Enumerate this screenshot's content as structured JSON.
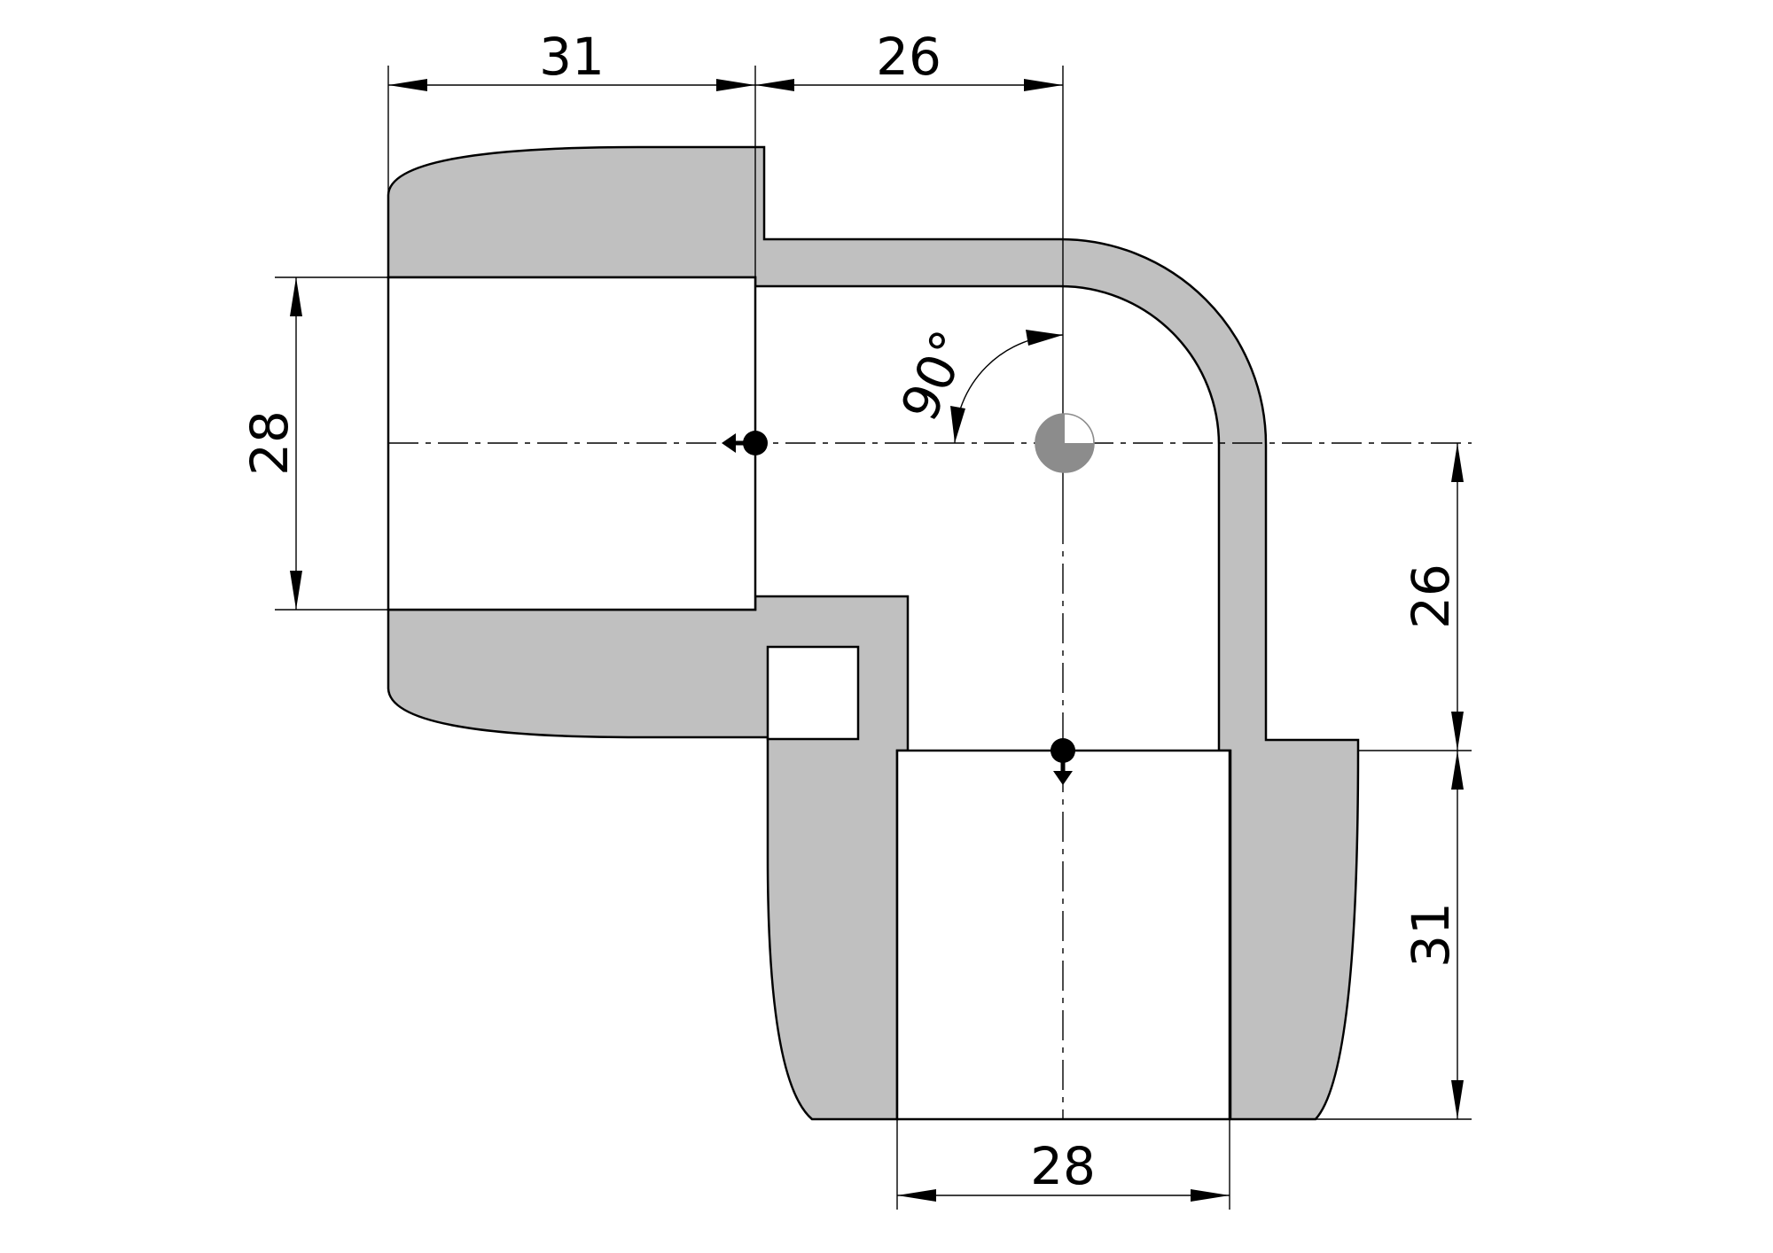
{
  "dimensions": {
    "top_socket_depth": "31",
    "top_offset": "26",
    "left_bore_diameter": "28",
    "right_offset": "26",
    "right_socket_depth": "31",
    "bottom_bore_diameter": "28",
    "angle": "90°"
  },
  "colors": {
    "body": "#c0c0c0",
    "line": "#000000",
    "marker_gray": "#8c8c8c"
  }
}
